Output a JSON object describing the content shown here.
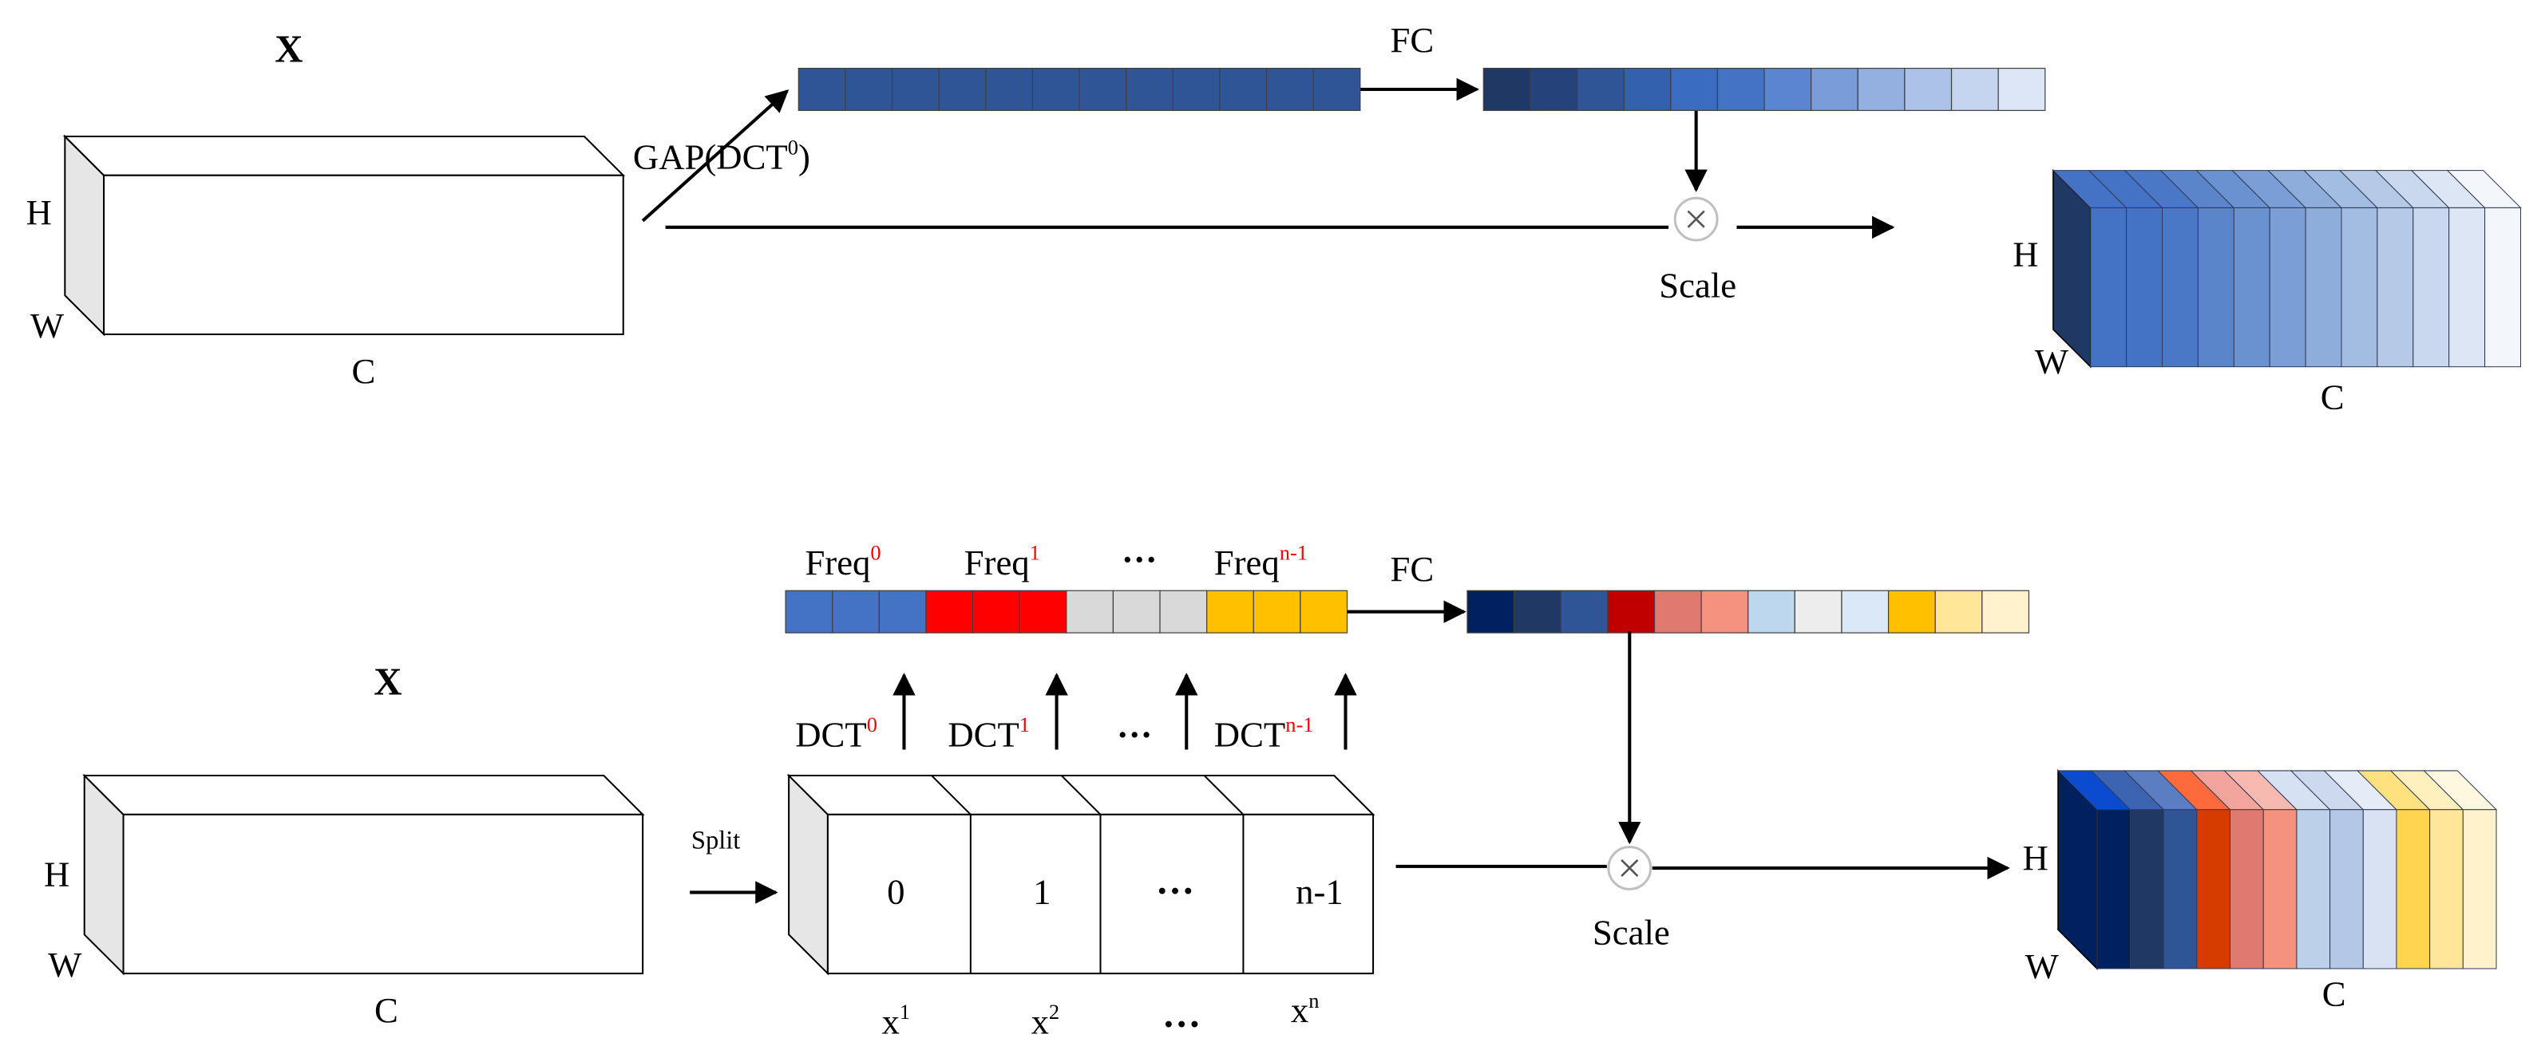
{
  "top": {
    "input_label": "X",
    "dim_h": "H",
    "dim_w": "W",
    "dim_c": "C",
    "gap_label": "GAP(DCT",
    "gap_sup": "0",
    "gap_close": ")",
    "fc_label": "FC",
    "scale_label": "Scale",
    "out_h": "H",
    "out_w": "W",
    "out_c": "C",
    "vector1_colors": [
      "#2f5597",
      "#2f5597",
      "#2f5597",
      "#2f5597",
      "#2f5597",
      "#2f5597",
      "#2f5597",
      "#2f5597",
      "#2f5597",
      "#2f5597",
      "#2f5597",
      "#2f5597"
    ],
    "vector2_colors": [
      "#203864",
      "#25427a",
      "#2f5597",
      "#3361ad",
      "#3a6dc2",
      "#4472c4",
      "#5b85d0",
      "#7a9cd9",
      "#94b0e1",
      "#adc2e8",
      "#c5d4ef",
      "#dde6f6"
    ],
    "output_colors": [
      "#4472c4",
      "#4472c4",
      "#4a78c6",
      "#5b85ca",
      "#6b92d0",
      "#7b9ed6",
      "#8eaddb",
      "#a3bde2",
      "#b6cae8",
      "#c9d8ee",
      "#dde6f4",
      "#f3f6fb"
    ]
  },
  "bottom": {
    "input_label": "X",
    "dim_h": "H",
    "dim_w": "W",
    "dim_c": "C",
    "split_label": "Split",
    "groups": [
      "0",
      "1",
      "···",
      "n-1"
    ],
    "x_labels": [
      {
        "base": "x",
        "sup": "1"
      },
      {
        "base": "x",
        "sup": "2"
      },
      {
        "base": "···",
        "sup": ""
      },
      {
        "base": "x",
        "sup": "n"
      }
    ],
    "dct_labels": [
      {
        "base": "DCT",
        "sup": "0"
      },
      {
        "base": "DCT",
        "sup": "1"
      },
      {
        "base": "···",
        "sup": ""
      },
      {
        "base": "DCT",
        "sup": "n-1"
      }
    ],
    "freq_labels": [
      {
        "base": "Freq",
        "sup": "0"
      },
      {
        "base": "Freq",
        "sup": "1"
      },
      {
        "base": "···",
        "sup": ""
      },
      {
        "base": "Freq",
        "sup": "n-1"
      }
    ],
    "fc_label": "FC",
    "scale_label": "Scale",
    "out_h": "H",
    "out_w": "W",
    "out_c": "C",
    "freq_vector_colors": [
      "#4472c4",
      "#4472c4",
      "#4472c4",
      "#ff0000",
      "#ff0000",
      "#ff0000",
      "#d9d9d9",
      "#d9d9d9",
      "#d9d9d9",
      "#ffc000",
      "#ffc000",
      "#ffc000"
    ],
    "fc_vector_colors": [
      "#002060",
      "#203864",
      "#2f5597",
      "#c00000",
      "#e07a70",
      "#f4917f",
      "#bdd7ee",
      "#ededed",
      "#dae8f7",
      "#ffc000",
      "#ffe699",
      "#fff2cc"
    ],
    "output_colors": [
      "#002060",
      "#203864",
      "#2f5597",
      "#d63b00",
      "#e07a70",
      "#f4917f",
      "#bdd0ea",
      "#b4c7e7",
      "#d9e2f3",
      "#ffd54f",
      "#ffe699",
      "#fff2cc"
    ],
    "output_top_colors": [
      "#0a4bd0",
      "#3d64b0",
      "#5b7dc2",
      "#ff6a3d",
      "#f3a59d",
      "#f8b9b0",
      "#d6e1f3",
      "#cdd9ef",
      "#e6ecf7",
      "#ffe27f",
      "#fff0bd",
      "#fff7df"
    ]
  },
  "colors": {
    "sup_red": "#ff0000",
    "stroke": "#000000"
  }
}
